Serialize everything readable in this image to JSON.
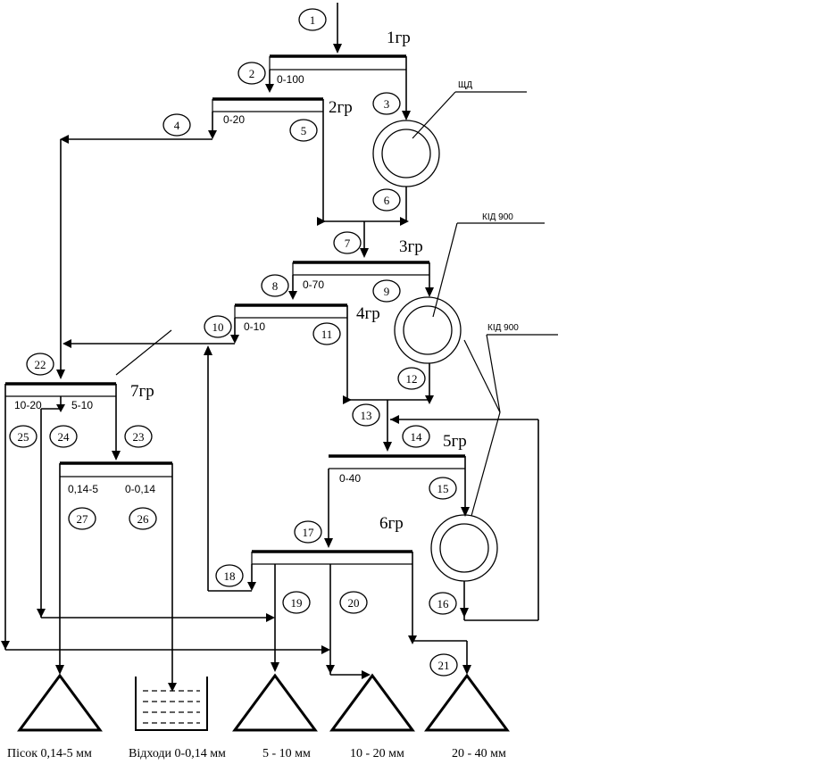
{
  "stream_numbers": [
    "1",
    "2",
    "3",
    "4",
    "5",
    "6",
    "7",
    "8",
    "9",
    "10",
    "11",
    "12",
    "13",
    "14",
    "15",
    "16",
    "17",
    "18",
    "19",
    "20",
    "21",
    "22",
    "23",
    "24",
    "25",
    "26",
    "27"
  ],
  "stages": {
    "s1": "1гр",
    "s2": "2гр",
    "s3": "3гр",
    "s4": "4гр",
    "s5": "5гр",
    "s6": "6гр",
    "s7": "7гр"
  },
  "fractions": {
    "f_0_100": "0-100",
    "f_0_20": "0-20",
    "f_0_70": "0-70",
    "f_0_10": "0-10",
    "f_0_40": "0-40",
    "f_10_20": "10-20",
    "f_5_10": "5-10",
    "f_0_14_5": "0,14-5",
    "f_0_0_14": "0-0,14"
  },
  "equipment": {
    "jaw_crusher": "ЩД",
    "cone_crusher_1": "КІД 900",
    "cone_crusher_2": "КІД 900"
  },
  "products": {
    "sand": "Пісок 0,14-5 мм",
    "waste": "Відходи 0-0,14 мм",
    "p5_10": "5 - 10 мм",
    "p10_20": "10 - 20 мм",
    "p20_40": "20 - 40 мм"
  },
  "colors": {
    "line": "#000000",
    "background": "#ffffff"
  }
}
